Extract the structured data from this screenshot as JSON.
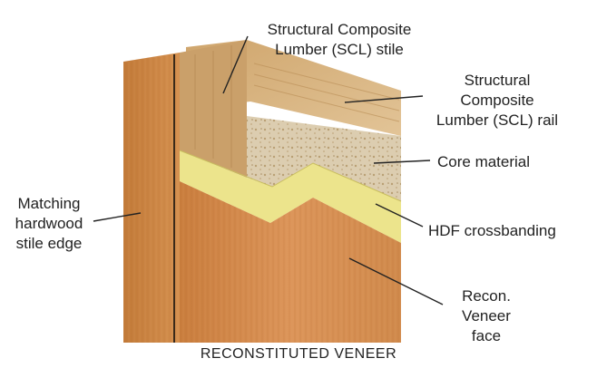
{
  "labels": {
    "scl_stile": "Structural Composite\nLumber (SCL) stile",
    "scl_rail": "Structural\nComposite\nLumber (SCL) rail",
    "core": "Core material",
    "stile_edge": "Matching\nhardwood\nstile edge",
    "hdf": "HDF crossbanding",
    "veneer_face": "Recon.\nVeneer\nface"
  },
  "caption": "RECONSTITUTED VENEER",
  "colors": {
    "veneer": "#d38a4a",
    "stile_edge": "#c9823f",
    "hdf": "#ece58f",
    "core": "#d9c9a8",
    "scl": "#d7b27f",
    "leader": "#222222"
  }
}
